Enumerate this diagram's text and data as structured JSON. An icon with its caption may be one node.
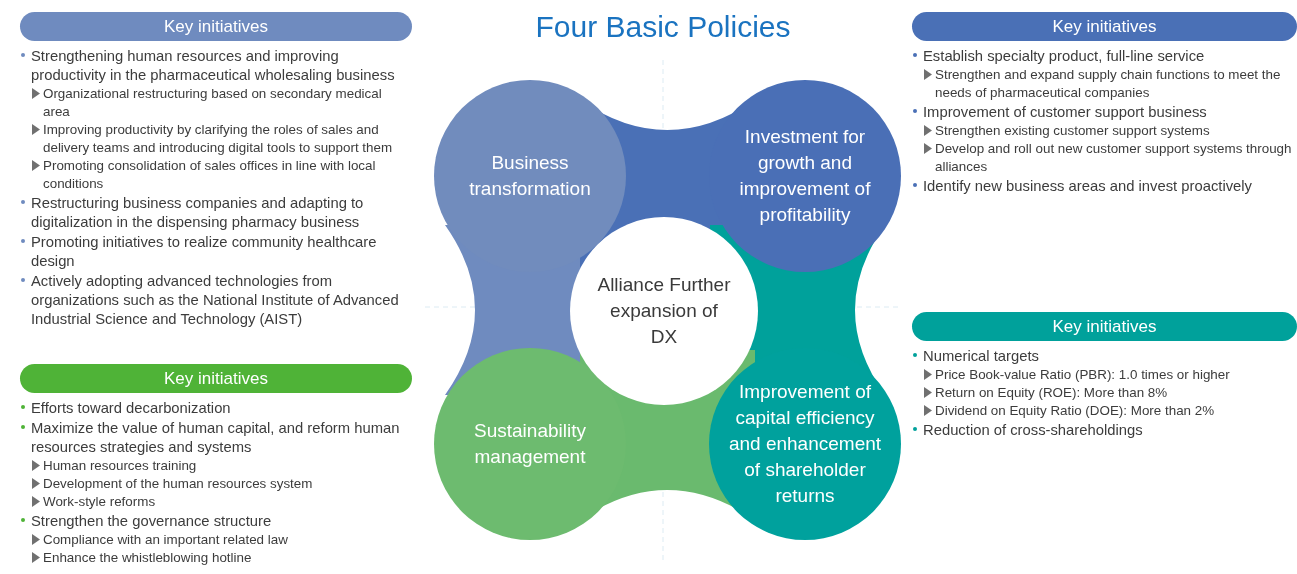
{
  "diagram": {
    "title": "Four Basic Policies",
    "nodes": [
      {
        "text": [
          "Key initiatives",
          "Strengthening human resources and improving productivity in the pharmaceutical wholesaling business",
          "Organizational restructuring based on secondary medical area",
          "Improving productivity by clarifying the roles of sales and delivery teams and introducing digital tools to support them",
          "Promoting consolidation of sales offices in line with local conditions",
          "Restructuring business companies and adapting to digitalization in the dispensing pharmacy business",
          "Promoting initiatives to realize community healthcare design",
          "Actively adopting advanced technologies from organizations such as the National Institute of Advanced Industrial Science and Technology (AIST)"
        ]
      },
      {
        "text": [
          "Key initiatives",
          "Efforts toward decarbonization",
          "Maximize the value of human capital, and reform human resources strategies and systems",
          "Human resources training",
          "Development of the human resources system",
          "Work-style reforms",
          "Strengthen the governance structure",
          "Compliance with an important related law",
          "Enhance the whistleblowing hotline"
        ]
      },
      {
        "text": [
          "Business transformation"
        ]
      },
      {
        "text": [
          "Investment for growth and improvement of profitability"
        ]
      },
      {
        "text": [
          "Alliance Further expansion of DX"
        ]
      },
      {
        "text": [
          "Sustainability management"
        ]
      },
      {
        "text": [
          "Improvement of capital efficiency and enhancement of shareholder returns"
        ]
      },
      {
        "text": [
          "Key initiatives",
          "Establish specialty product, full-line service",
          "Strengthen and expand supply chain functions to meet the needs of pharmaceutical companies",
          "Improvement of customer support business",
          "Strengthen existing customer support systems",
          "Develop and roll out new customer support systems through alliances",
          "Identify new business areas and invest proactively"
        ]
      },
      {
        "text": [
          "Key initiatives",
          "Numerical targets",
          "Price Book-value Ratio (PBR): 1.0 times or higher",
          "Return on Equity (ROE): More than 8%",
          "Dividend on Equity Ratio (DOE): More than 2%",
          "Reduction of cross-shareholdings"
        ]
      }
    ]
  }
}
